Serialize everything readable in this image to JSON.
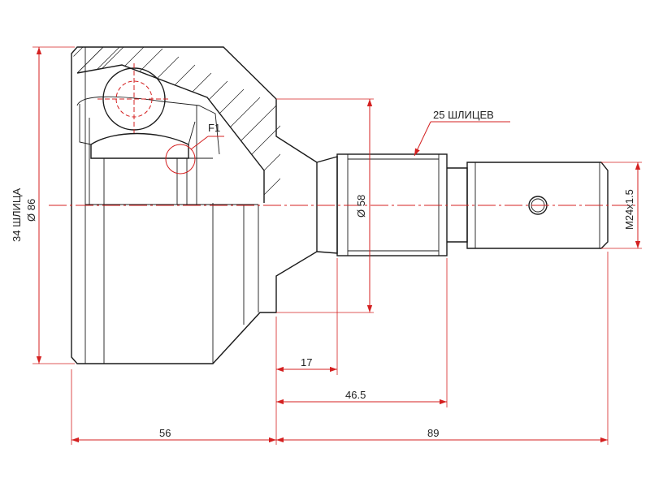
{
  "dimensions": {
    "dia_outer": "Ø 86",
    "splines_inner": "34 ШЛИЦА",
    "dia_shoulder": "Ø 58",
    "thread": "M24x1.5",
    "splines_outer": "25 ШЛИЦЕВ",
    "len_17": "17",
    "len_46_5": "46.5",
    "len_56": "56",
    "len_89": "89"
  },
  "callouts": {
    "detail": "F1"
  },
  "colors": {
    "outline": "#1a1a1a",
    "dimension": "#d42020"
  }
}
